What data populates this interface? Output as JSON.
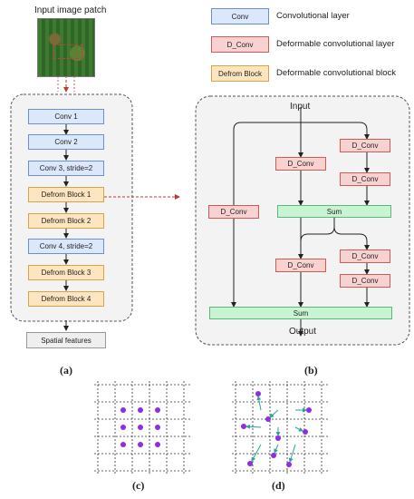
{
  "input_patch_title": "Input image patch",
  "legend": [
    {
      "box": "Conv",
      "desc": "Convolutional layer"
    },
    {
      "box": "D_Conv",
      "desc": "Deformable convolutional layer"
    },
    {
      "box": "Defrom Block",
      "desc": "Deformable convolutional block"
    }
  ],
  "panel_a": {
    "layers": [
      "Conv 1",
      "Conv 2",
      "Conv 3, stride=2",
      "Defrom Block 1",
      "Defrom Block 2",
      "Conv 4, stride=2",
      "Defrom Block 3",
      "Defrom Block 4"
    ],
    "output": "Spatial features",
    "label": "(a)"
  },
  "panel_b": {
    "input": "Input",
    "output": "Output",
    "dconv": "D_Conv",
    "sum": "Sum",
    "label": "(b)"
  },
  "panel_c_label": "(c)",
  "panel_d_label": "(d)",
  "colors": {
    "conv": "#dbe8fb",
    "dconv": "#f8d2d0",
    "defrom_block": "#fde6bf",
    "sum": "#c8f4d4",
    "sample_point": "#8e2de2",
    "offset_arrow": "#2aa39b"
  }
}
